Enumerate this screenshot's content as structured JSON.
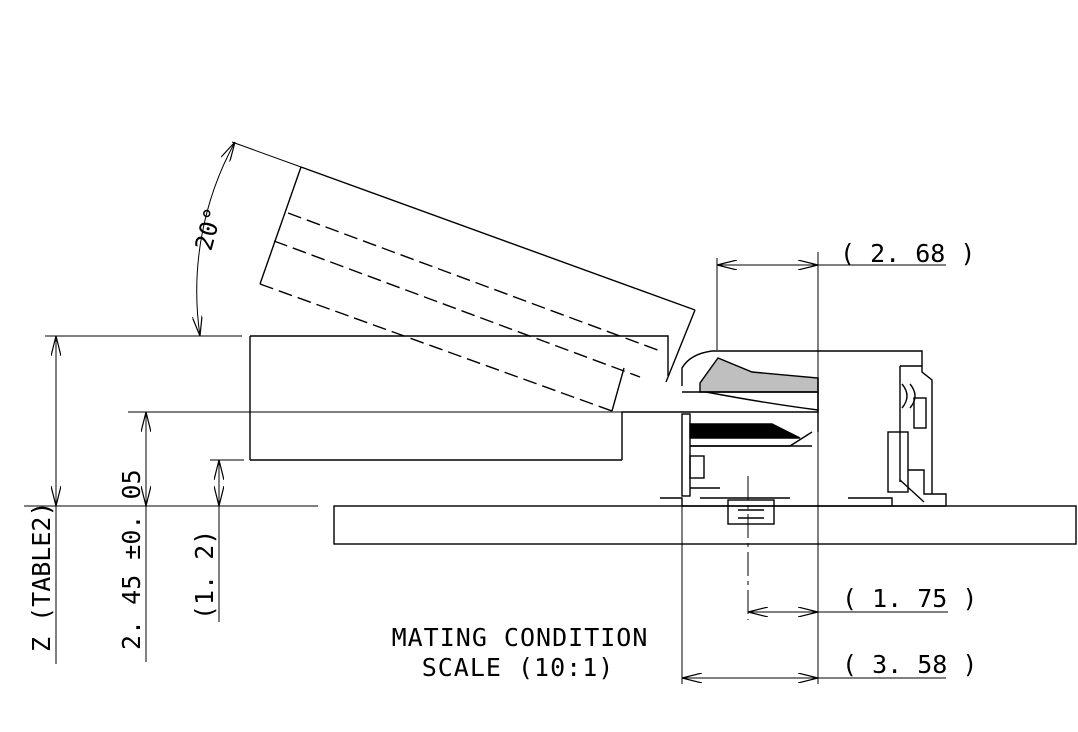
{
  "drawing": {
    "angle_label": "20°",
    "dim_2_68": "( 2. 68 )",
    "dim_1_75": "( 1. 75 )",
    "dim_3_58": "( 3. 58 )",
    "dim_z": "Z (TABLE2)",
    "dim_2_45": "2. 45 ±0. 05",
    "dim_1_2": "(1. 2)",
    "caption_line1": "MATING CONDITION",
    "caption_line2": "SCALE (10:1)"
  }
}
